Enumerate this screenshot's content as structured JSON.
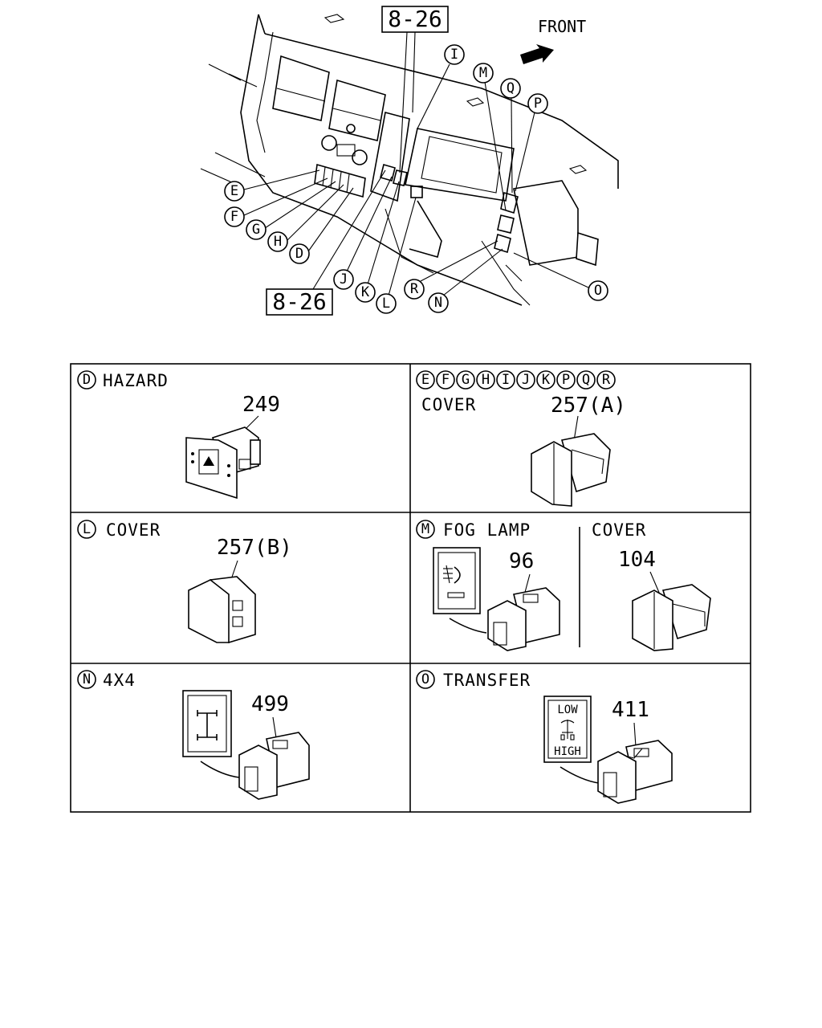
{
  "overview": {
    "front_label": "FRONT",
    "ref_top": "8-26",
    "ref_bottom": "8-26",
    "callouts": {
      "I": "I",
      "M": "M",
      "Q": "Q",
      "P": "P",
      "E": "E",
      "F": "F",
      "G": "G",
      "H": "H",
      "D": "D",
      "J": "J",
      "K": "K",
      "L": "L",
      "R": "R",
      "N": "N",
      "O": "O"
    }
  },
  "panels": {
    "d": {
      "letter": "D",
      "title": "HAZARD",
      "part": "249"
    },
    "e": {
      "letters": [
        "E",
        "F",
        "G",
        "H",
        "I",
        "J",
        "K",
        "P",
        "Q",
        "R"
      ],
      "title": "COVER",
      "part": "257(A)"
    },
    "l": {
      "letter": "L",
      "title": "COVER",
      "part": "257(B)"
    },
    "m": {
      "letter": "M",
      "title": "FOG  LAMP",
      "part": "96",
      "sub_title": "COVER",
      "sub_part": "104"
    },
    "n": {
      "letter": "N",
      "title": "4X4",
      "part": "499"
    },
    "o": {
      "letter": "O",
      "title": "TRANSFER",
      "part": "411",
      "badge_top": "LOW",
      "badge_bottom": "HIGH"
    }
  },
  "colors": {
    "line": "#000000",
    "background": "#ffffff"
  }
}
